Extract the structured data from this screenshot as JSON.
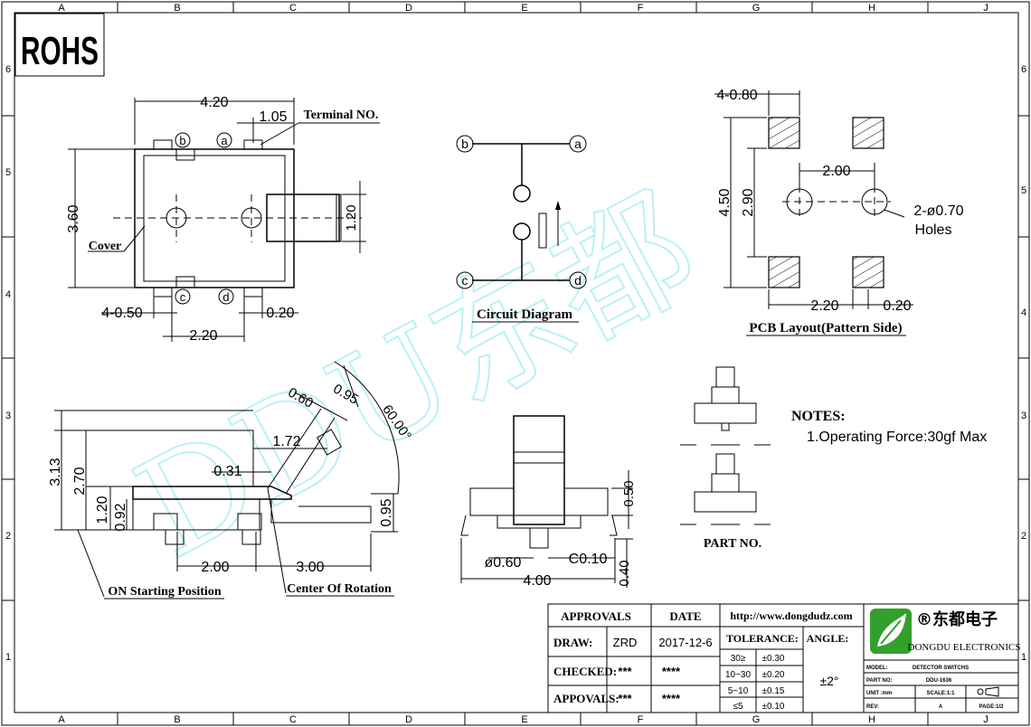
{
  "border": {
    "cols": [
      "A",
      "B",
      "C",
      "D",
      "E",
      "F",
      "G",
      "H",
      "J"
    ],
    "rows": [
      "6",
      "5",
      "4",
      "3",
      "2",
      "1"
    ]
  },
  "rohs": "ROHS",
  "top_view": {
    "width": "4.20",
    "terminal_pitch": "1.05",
    "terminal_no": "Terminal NO.",
    "height": "3.60",
    "actuator": "1.20",
    "cover": "Cover",
    "term_w": "4-0.50",
    "offset": "0.20",
    "pitch": "2.20",
    "pins": {
      "a": "a",
      "b": "b",
      "c": "c",
      "d": "d"
    }
  },
  "circuit": {
    "title": "Circuit Diagram",
    "pins": {
      "a": "a",
      "b": "b",
      "c": "c",
      "d": "d"
    }
  },
  "pcb": {
    "title": "PCB Layout(Pattern Side)",
    "pad": "4-0.80",
    "hole_pitch": "2.00",
    "outer": "4.50",
    "inner": "2.90",
    "holes": "2-ø0.70",
    "holes2": "Holes",
    "pad_pitch": "2.20",
    "gap": "0.20"
  },
  "side_view": {
    "d060": "0.60",
    "d095": "0.95",
    "angle": "60.00°",
    "d172": "1.72",
    "d313": "3.13",
    "d270": "2.70",
    "d031": "0.31",
    "d120": "1.20",
    "d092": "0.92",
    "d095b": "0.95",
    "d200": "2.00",
    "d300": "3.00",
    "on_start": "ON Starting Position",
    "center_rot": "Center Of Rotation"
  },
  "front_view": {
    "d050": "0.50",
    "dia": "ø0.60",
    "c010": "C0.10",
    "d040": "0.40",
    "d400": "4.00"
  },
  "part_no": "PART NO.",
  "notes": {
    "title": "NOTES:",
    "items": [
      "1.Operating Force:30gf Max"
    ]
  },
  "watermark": "DDU东都",
  "title_block": {
    "approvals": "APPROVALS",
    "date": "DATE",
    "url": "http://www.dongdudz.com",
    "draw": "DRAW:",
    "draw_by": "ZRD",
    "draw_date": "2017-12-6",
    "checked": "CHECKED:",
    "checked_by": "***",
    "checked_date": "****",
    "appovals": "APPOVALS:",
    "appovals_by": "***",
    "appovals_date": "****",
    "tolerance": "TOLERANCE:",
    "angle": "ANGLE:",
    "angle_val": "±2°",
    "tol_rows": [
      {
        "range": "30≥",
        "tol": "±0.30"
      },
      {
        "range": "10~30",
        "tol": "±0.20"
      },
      {
        "range": "5~10",
        "tol": "±0.15"
      },
      {
        "range": "≤5",
        "tol": "±0.10"
      }
    ],
    "company_cn": "®东都电子",
    "company_en": "DONGDU ELECTRONICS",
    "model_label": "MODEL:",
    "model": "DETECTOR SWITCHS",
    "part_label": "PART NO:",
    "part": "DDU-1636",
    "unit_label": "UNIT :mm",
    "scale": "SCALE:1:1",
    "rev_label": "REV:",
    "rev": "A",
    "page": "PAGE:1/2"
  }
}
